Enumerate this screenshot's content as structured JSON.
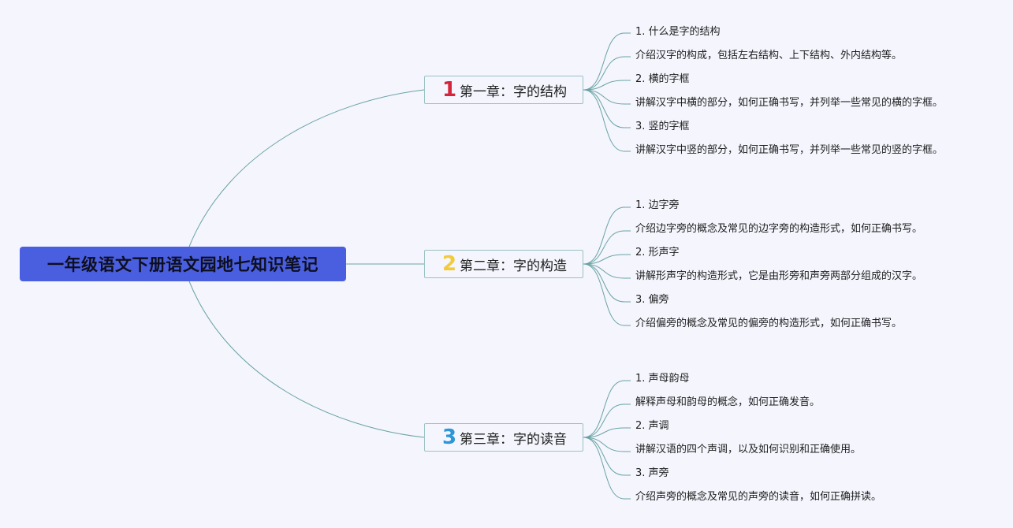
{
  "root": {
    "title": "一年级语文下册语文园地七知识笔记"
  },
  "colors": {
    "background": "#f4f5fd",
    "root_fill": "#4a5ee0",
    "connector": "#6aa3a3",
    "badge_1": "#d6243c",
    "badge_2": "#f2cb3c",
    "badge_3": "#2b96d8"
  },
  "chapters": [
    {
      "badge": "1",
      "title": "第一章：字的结构",
      "leaves": [
        "1. 什么是字的结构",
        "介绍汉字的构成，包括左右结构、上下结构、外内结构等。",
        "2. 横的字框",
        "讲解汉字中横的部分，如何正确书写，并列举一些常见的横的字框。",
        "3. 竖的字框",
        "讲解汉字中竖的部分，如何正确书写，并列举一些常见的竖的字框。"
      ]
    },
    {
      "badge": "2",
      "title": "第二章：字的构造",
      "leaves": [
        "1. 边字旁",
        "介绍边字旁的概念及常见的边字旁的构造形式，如何正确书写。",
        "2. 形声字",
        "讲解形声字的构造形式，它是由形旁和声旁两部分组成的汉字。",
        "3. 偏旁",
        "介绍偏旁的概念及常见的偏旁的构造形式，如何正确书写。"
      ]
    },
    {
      "badge": "3",
      "title": "第三章：字的读音",
      "leaves": [
        "1. 声母韵母",
        "解释声母和韵母的概念，如何正确发音。",
        "2. 声调",
        "讲解汉语的四个声调，以及如何识别和正确使用。",
        "3. 声旁",
        "介绍声旁的概念及常见的声旁的读音，如何正确拼读。"
      ]
    }
  ]
}
